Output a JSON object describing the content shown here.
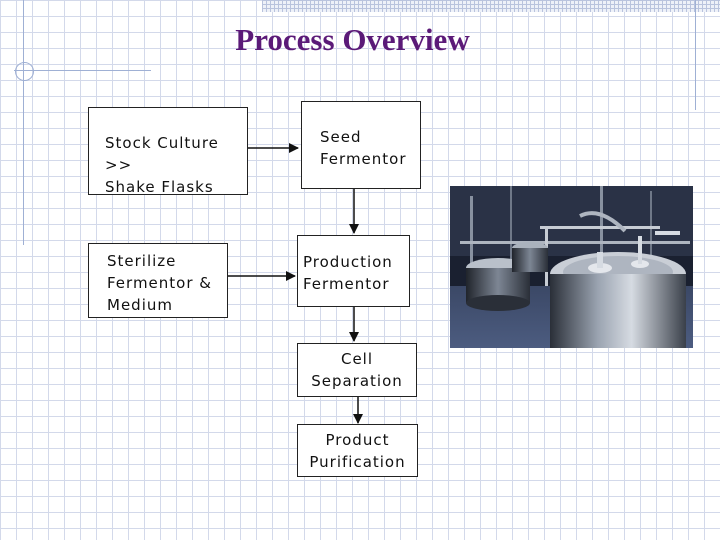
{
  "slide": {
    "title": "Process Overview"
  },
  "flowchart": {
    "stock_culture": "Stock Culture >>\nShake Flasks",
    "seed_fermentor": "Seed\nFermentor",
    "sterilize": "Sterilize\nFermentor &\nMedium",
    "production_fermentor": "Production\nFermentor",
    "cell_separation": "Cell\nSeparation",
    "product_purification": "Product\nPurification"
  },
  "photo": {
    "subject": "fermentation tanks"
  },
  "colors": {
    "title": "#5b1a78",
    "grid": "#d3d9ea",
    "box_border": "#222222"
  }
}
